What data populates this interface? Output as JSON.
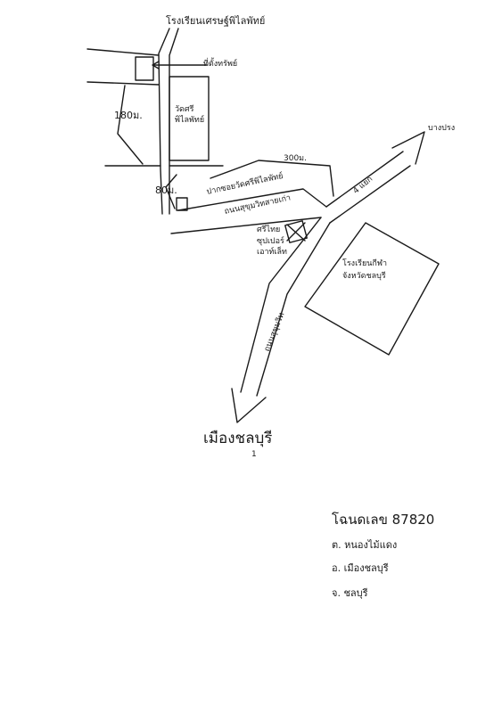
{
  "map": {
    "labels": {
      "school_top": "โรงเรียนเศรษฐ์พิไลพัทย์",
      "nameplate": "ที่ตั้งทรัพย์",
      "dist_180": "180ม.",
      "temple": "วัดศรีพิไลพัทย์",
      "dist_300": "300ม.",
      "dist_80": "80ม.",
      "shop_road": "ปากซอยวัดศรีพิไลพัทย์",
      "sukhumvit_old": "ถนนสุขุมวิทสายเก่า",
      "to_bang_prong": "บางปรง",
      "intersection": "4 แยก",
      "bakery": "ศรีไทย ซุปเปอร์ เอาท์เล็ท",
      "school_right": "โรงเรียนกีฬาจังหวัดชลบุรี",
      "sukhumvit": "ถนนสุขุมวิท",
      "chonburi_city": "เมืองชลบุรี",
      "page_no": "1"
    },
    "deed": {
      "line1": "โฉนดเลข 87820",
      "line2": "ต. หนองไม้แดง",
      "line3": "อ. เมืองชลบุรี",
      "line4": "จ. ชลบุรี"
    }
  }
}
